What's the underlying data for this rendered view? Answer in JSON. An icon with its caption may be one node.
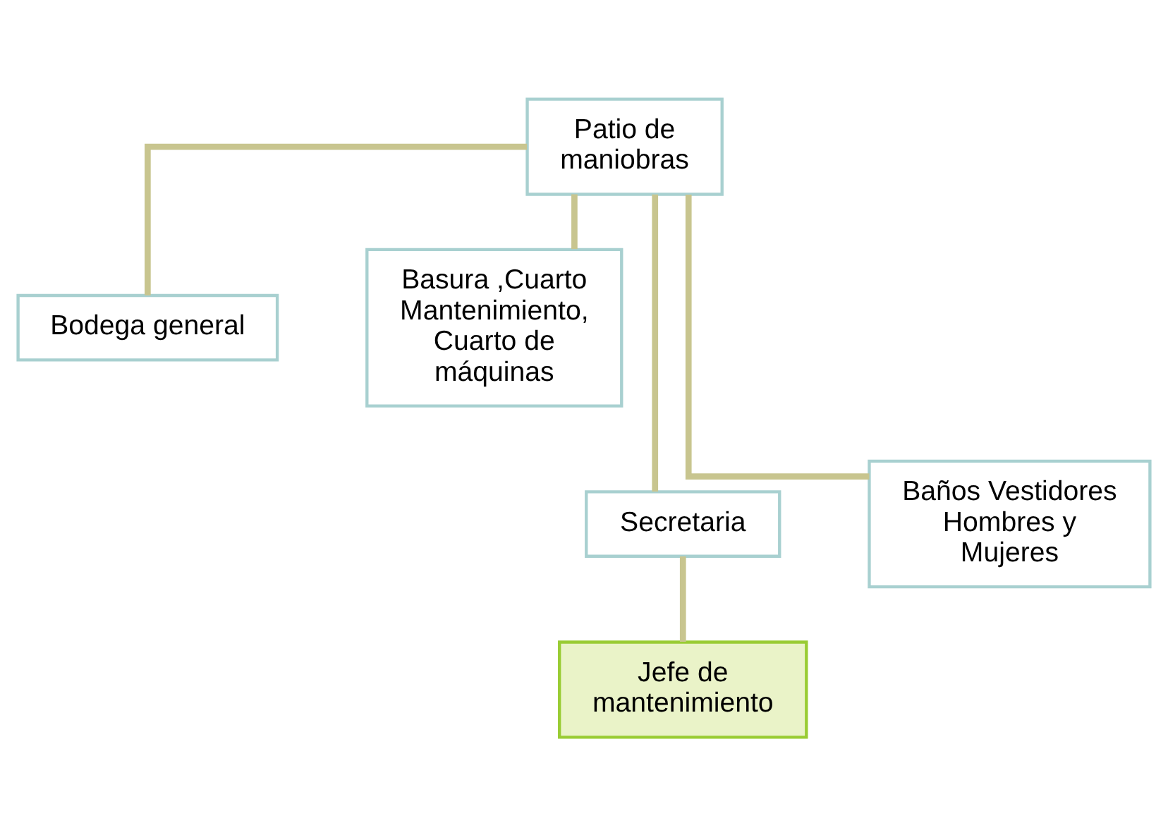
{
  "diagram": {
    "nodes": [
      {
        "text": [
          "Patio de maniobras"
        ]
      },
      {
        "text": [
          "Bodega general"
        ]
      },
      {
        "text": [
          "Basura ,Cuarto Mantenimiento, Cuarto de máquinas"
        ]
      },
      {
        "text": [
          "Secretaria"
        ]
      },
      {
        "text": [
          "Baños Vestidores Hombres y Mujeres"
        ]
      },
      {
        "text": [
          "Jefe de mantenimiento"
        ]
      }
    ],
    "edges": [
      {
        "from": 0,
        "to": 1,
        "arrow": "none"
      },
      {
        "from": 0,
        "to": 2,
        "arrow": "none"
      },
      {
        "from": 0,
        "to": 3,
        "arrow": "none"
      },
      {
        "from": 0,
        "to": 4,
        "arrow": "none"
      },
      {
        "from": 3,
        "to": 5,
        "arrow": "none"
      }
    ]
  }
}
